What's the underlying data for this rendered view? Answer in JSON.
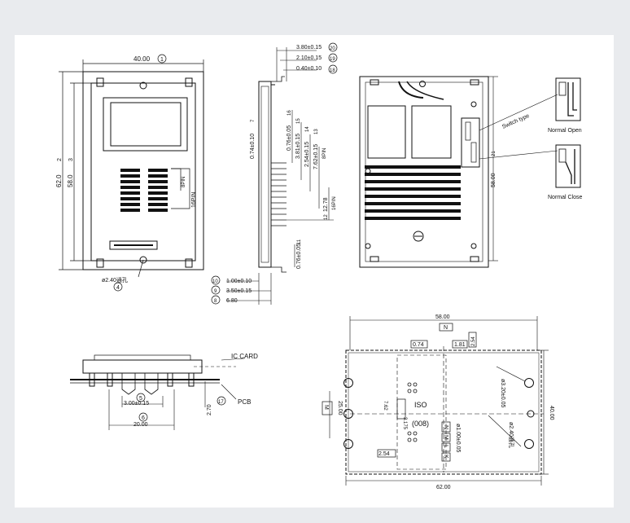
{
  "front_view": {
    "width_dim": "40.00",
    "width_circle": "1",
    "height_outer_dim": "62.0",
    "height_outer_circle": "2",
    "height_inner_dim": "58.0",
    "height_inner_circle": "3",
    "hole_dim": "ø2.40通孔",
    "hole_circle": "4",
    "pin8_label": "8PIN",
    "pin16_label": "16PIN"
  },
  "side_view": {
    "dims": [
      {
        "text": "3.80±0.15",
        "circle": "20"
      },
      {
        "text": "2.10±0.15",
        "circle": "19"
      },
      {
        "text": "0.40±0.10",
        "circle": "18"
      }
    ],
    "vertical_dims": [
      {
        "text": "0.74±0.10",
        "circle": "7"
      },
      {
        "text": "0.76±0.05",
        "circle": "16"
      },
      {
        "text": "3.81±0.15",
        "circle": "15"
      },
      {
        "text": "2.54±0.15",
        "circle": "14"
      },
      {
        "text": "7.62±0.15",
        "circle": "13"
      }
    ],
    "pin8_label": "8PIN",
    "pin16_label": "16PIN",
    "dim_1278": "12.78",
    "circle_12": "12",
    "dim_076b": "0.76±0.05",
    "circle_11": "11",
    "bottom_dims": [
      {
        "text": "1.00±0.10",
        "circle": "10"
      },
      {
        "text": "3.50±0.15",
        "circle": "9"
      },
      {
        "text": "6.80",
        "circle": "8"
      }
    ]
  },
  "back_view": {
    "switch_type": "Switch type",
    "dim_58": "58.00",
    "dim_58_circle": "21",
    "normal_open": "Normal Open",
    "normal_close": "Normal Close"
  },
  "bottom_left": {
    "ic_card": "IC CARD",
    "pcb": "PCB",
    "dim_3": "3.00±0.15",
    "circle_5": "5",
    "dim_20": "20.00",
    "circle_6": "6",
    "dim_270": "2.70",
    "circle_17": "17"
  },
  "footprint": {
    "top_dim": "58.00",
    "n_box": "N",
    "d074": "0.74",
    "d181": "1.81",
    "d254v": "2.54",
    "d3175": "3.175",
    "m_box": "M",
    "d25": "25.00",
    "d762": "7.62",
    "iso_top": "ISO",
    "iso_paren": "(008)",
    "d1": "ø1.00±0.05",
    "hole_drill": "ø3.20±0.05",
    "d240": "ø2.40通孔",
    "d254h": "2.54",
    "d40": "40.00",
    "d62": "62.00",
    "letters": [
      "N",
      "M",
      "L",
      "K"
    ]
  }
}
